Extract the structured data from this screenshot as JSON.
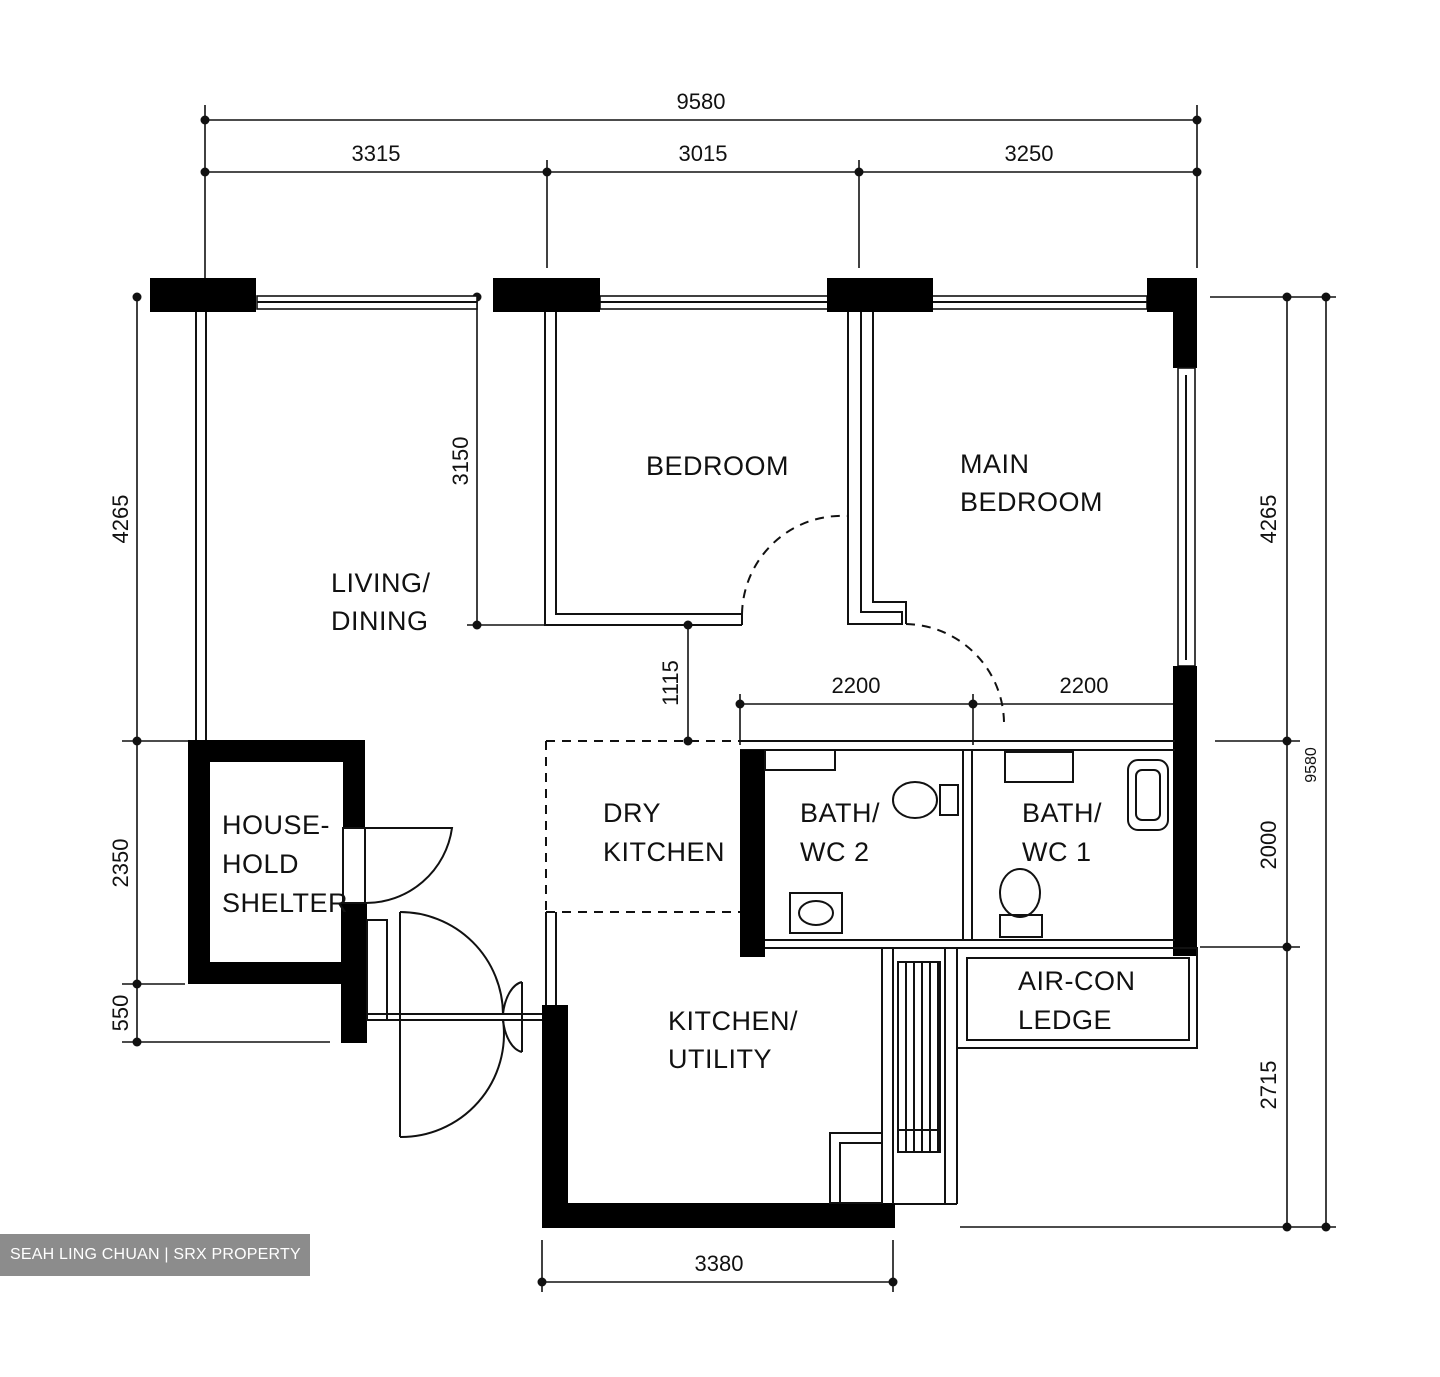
{
  "rooms": {
    "living_line1": "LIVING/",
    "living_line2": "DINING",
    "bedroom": "BEDROOM",
    "main_bedroom_line1": "MAIN",
    "main_bedroom_line2": "BEDROOM",
    "shelter_line1": "HOUSE-",
    "shelter_line2": "HOLD",
    "shelter_line3": "SHELTER",
    "dry_kitchen_line1": "DRY",
    "dry_kitchen_line2": "KITCHEN",
    "bath2_line1": "BATH/",
    "bath2_line2": "WC 2",
    "bath1_line1": "BATH/",
    "bath1_line2": "WC 1",
    "kitchen_line1": "KITCHEN/",
    "kitchen_line2": "UTILITY",
    "aircon_line1": "AIR-CON",
    "aircon_line2": "LEDGE"
  },
  "dimensions": {
    "total_width": "9580",
    "seg1": "3315",
    "seg2": "3015",
    "seg3": "3250",
    "left_upper": "4265",
    "left_mid": "2350",
    "left_low": "550",
    "living_depth": "3150",
    "corridor": "1115",
    "bath2_width": "2200",
    "bath1_width": "2200",
    "right_upper": "4265",
    "right_mid": "2000",
    "right_low": "2715",
    "right_total": "9580",
    "kitchen_width": "3380"
  },
  "watermark": "SEAH LING CHUAN | SRX PROPERTY"
}
